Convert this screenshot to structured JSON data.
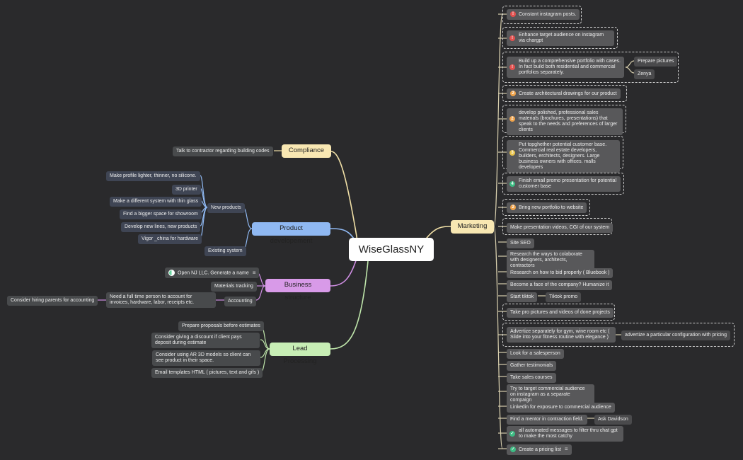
{
  "root": {
    "label": "WiseGlassNY"
  },
  "branches": {
    "compliance": {
      "label": "Compliance",
      "color": "#f8e7b2",
      "items": [
        "Talk to contractor regarding building codes"
      ]
    },
    "product": {
      "label": "Product developement",
      "color": "#8fb8f2",
      "new_products": {
        "label": "New products",
        "items": [
          "Make profile lighter, thinner, no silicone.",
          "3D printer",
          "Make a different system with thin glass",
          "Find a bigger space for showroom",
          "Develop new lines, new products",
          "Vigor _china for hardware"
        ]
      },
      "existing": {
        "label": "Existing system"
      }
    },
    "business": {
      "label": "Business structure",
      "color": "#d89ae8",
      "items": {
        "open_llc": "Open NJ LLC. Generate a name",
        "materials": "Materials tracking",
        "accounting": "Accounting",
        "full_time": "Need a full time person to account for invoices, hardware, labor, receipts etc.",
        "parents": "Consider hiring parents for accounting"
      }
    },
    "lead": {
      "label": "Lead Processing",
      "color": "#c7eeb5",
      "items": [
        "Prepare proposals before estimates",
        "Consider giving a discount if client pays deposit during estimate",
        "Consider using AR 3D models so client can see product in their space.",
        "Email templates HTML ( pictures, text and gifs )"
      ]
    },
    "marketing": {
      "label": "Marketing",
      "color": "#f8e7b2",
      "items": [
        {
          "text": "Constant instagram posts.",
          "badge": "1"
        },
        {
          "text": "Enhance target audience on instagram via chargpt",
          "badge": "1"
        },
        {
          "text": "Build up a comprehensive portfolio with cases. In fact build both residential and commercial portfolios separately.",
          "badge": "1",
          "children": [
            "Prepare pictures",
            "Zenya"
          ]
        },
        {
          "text": "Create architectural drawings for our product",
          "badge": "2"
        },
        {
          "text": "develop polished, professional sales materials (brochures, presentations) that speak to the needs and preferences of larger clients",
          "badge": "2"
        },
        {
          "text": "Put topghether potential customer base. Commercial real estate developers, builders, erchitects, designers. Large business owners with offices. malls developers",
          "badge": "3"
        },
        {
          "text": "Finish email promo presentation for potential customer base",
          "badge": "4"
        },
        {
          "text": "Bring new portfolio to website",
          "badge": "2"
        },
        {
          "text": "Make presentation videos, CGI of our system"
        },
        {
          "text": "Site SEO"
        },
        {
          "text": "Research the ways to colaborate with designers, architects, contractors"
        },
        {
          "text": "Research on how to bid properly ( Bluebook )"
        },
        {
          "text": "Become a face of the company? Humanize it"
        },
        {
          "text": "Start tiktok",
          "children": [
            "Tiktok promo"
          ]
        },
        {
          "text": "Take pro pictures and videos of done projects"
        },
        {
          "text": "Advertize separately for gym, wine room etc ( Slide into your fitness routine with elegance )",
          "children": [
            "advertize a particular configuration with pricing"
          ]
        },
        {
          "text": "Look for a salesperson"
        },
        {
          "text": "Gather testimonials"
        },
        {
          "text": "Take sales courses"
        },
        {
          "text": "Try to target commercial audience on instagram as a separate compaign"
        },
        {
          "text": "Linkedin for exposure to commercial audience"
        },
        {
          "text": "Find a mentor in contraction field.",
          "children": [
            "Ask Davidson"
          ]
        },
        {
          "text": "all automated messages to filter thru chat gpt to make the most catchy",
          "badge": "check"
        },
        {
          "text": "Create a pricing list",
          "badge": "check"
        }
      ]
    }
  },
  "colors": {
    "background": "#2a2a2c",
    "compliance_line": "#f0dfa6",
    "product_line": "#8fb8f2",
    "business_line": "#cf8ee3",
    "lead_line": "#bfe6ab",
    "marketing_line": "#d8cfae"
  }
}
